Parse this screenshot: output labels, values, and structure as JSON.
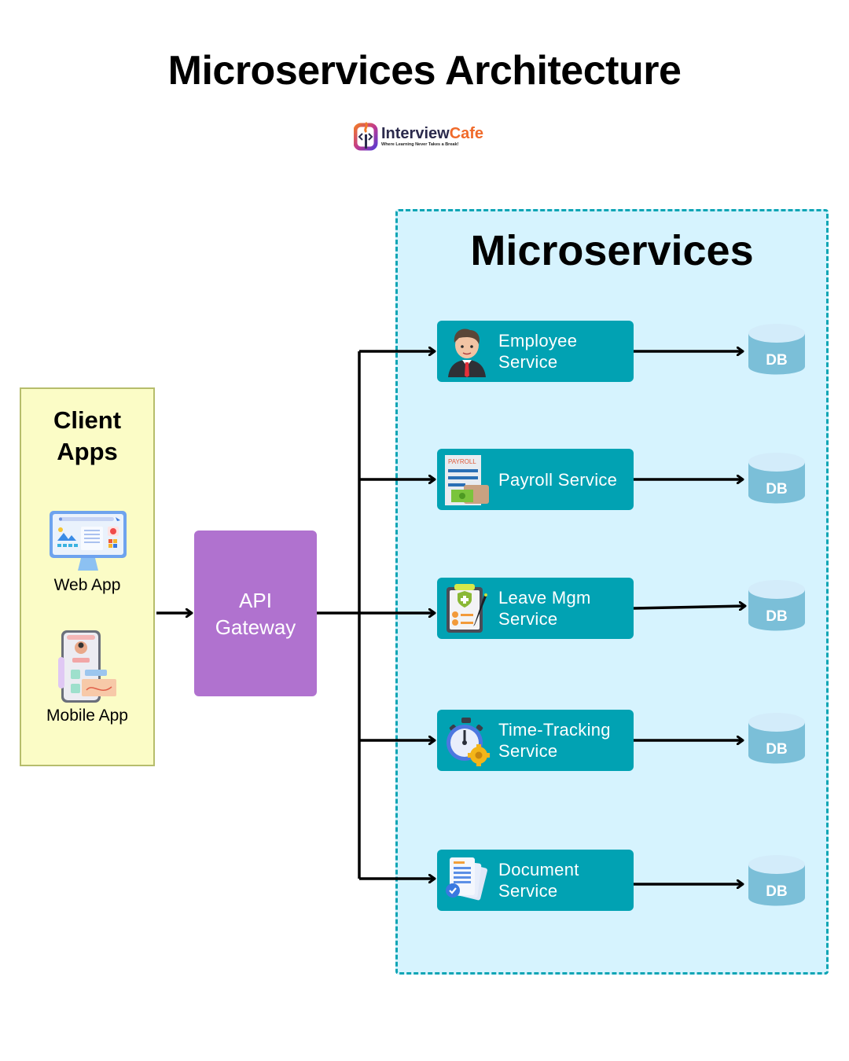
{
  "header": {
    "title": "Microservices Architecture",
    "logo": {
      "name_part1": "Interview",
      "name_part2": "Cafe",
      "tagline": "Where Learning Never Takes a Break!"
    }
  },
  "client_apps": {
    "title_line1": "Client",
    "title_line2": "Apps",
    "items": [
      {
        "label": "Web App",
        "icon": "monitor-icon"
      },
      {
        "label": "Mobile App",
        "icon": "mobile-phone-icon"
      }
    ]
  },
  "gateway": {
    "line1": "API",
    "line2": "Gateway"
  },
  "microservices": {
    "title": "Microservices",
    "services": [
      {
        "line1": "Employee",
        "line2": "Service",
        "icon": "employee-avatar-icon",
        "db_label": "DB"
      },
      {
        "line1": "Payroll Service",
        "line2": "",
        "icon": "payroll-document-icon",
        "db_label": "DB"
      },
      {
        "line1": "Leave Mgm",
        "line2": "Service",
        "icon": "clipboard-checklist-icon",
        "db_label": "DB"
      },
      {
        "line1": "Time-Tracking",
        "line2": "Service",
        "icon": "stopwatch-gear-icon",
        "db_label": "DB"
      },
      {
        "line1": "Document",
        "line2": "Service",
        "icon": "documents-check-icon",
        "db_label": "DB"
      }
    ]
  },
  "colors": {
    "client_bg": "#fbfcc6",
    "gateway_bg": "#b072cf",
    "microservices_bg": "#d6f3fe",
    "microservices_border": "#0ea5b5",
    "service_bg": "#01a2b3",
    "db_fill": "#7bbfd8"
  }
}
